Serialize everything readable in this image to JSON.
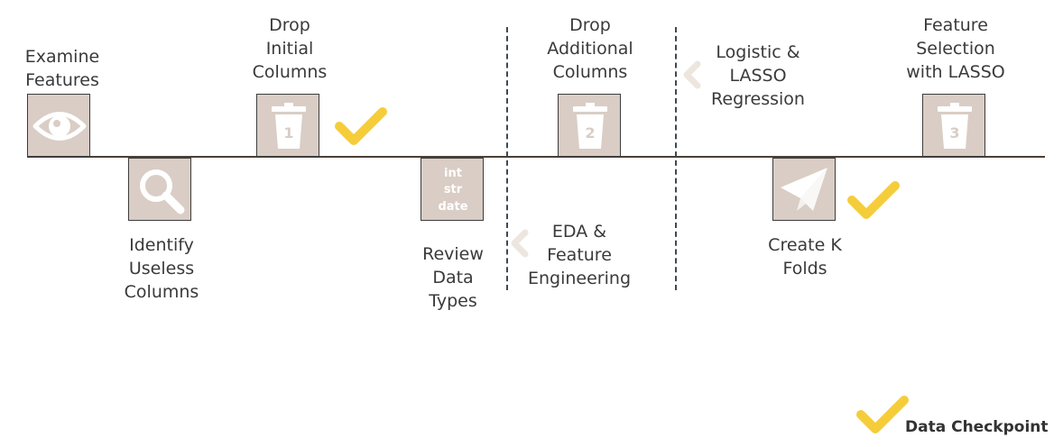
{
  "steps": {
    "examine": "Examine\nFeatures",
    "identify": "Identify\nUseless\nColumns",
    "drop_initial": "Drop\nInitial\nColumns",
    "review": "Review\nData\nTypes",
    "eda": "EDA &\nFeature\nEngineering",
    "drop_additional": "Drop\nAdditional\nColumns",
    "logistic": "Logistic &\nLASSO\nRegression",
    "kfolds": "Create K\nFolds",
    "feature_selection": "Feature\nSelection\nwith LASSO"
  },
  "icons": {
    "examine": "eye-icon",
    "identify": "magnifier-icon",
    "drop_initial": "trash-icon",
    "drop_initial_number": "1",
    "review": "data-types-icon",
    "review_lines": [
      "int",
      "str",
      "date"
    ],
    "drop_additional": "trash-icon",
    "drop_additional_number": "2",
    "kfolds": "paper-plane-icon",
    "feature_selection": "trash-icon",
    "feature_selection_number": "3"
  },
  "legend": {
    "label": "Data Checkpoint"
  },
  "colors": {
    "box_fill": "#d9cdc5",
    "check": "#f5cd3a",
    "chevron": "#ede6df",
    "line": "#4b3f36"
  }
}
